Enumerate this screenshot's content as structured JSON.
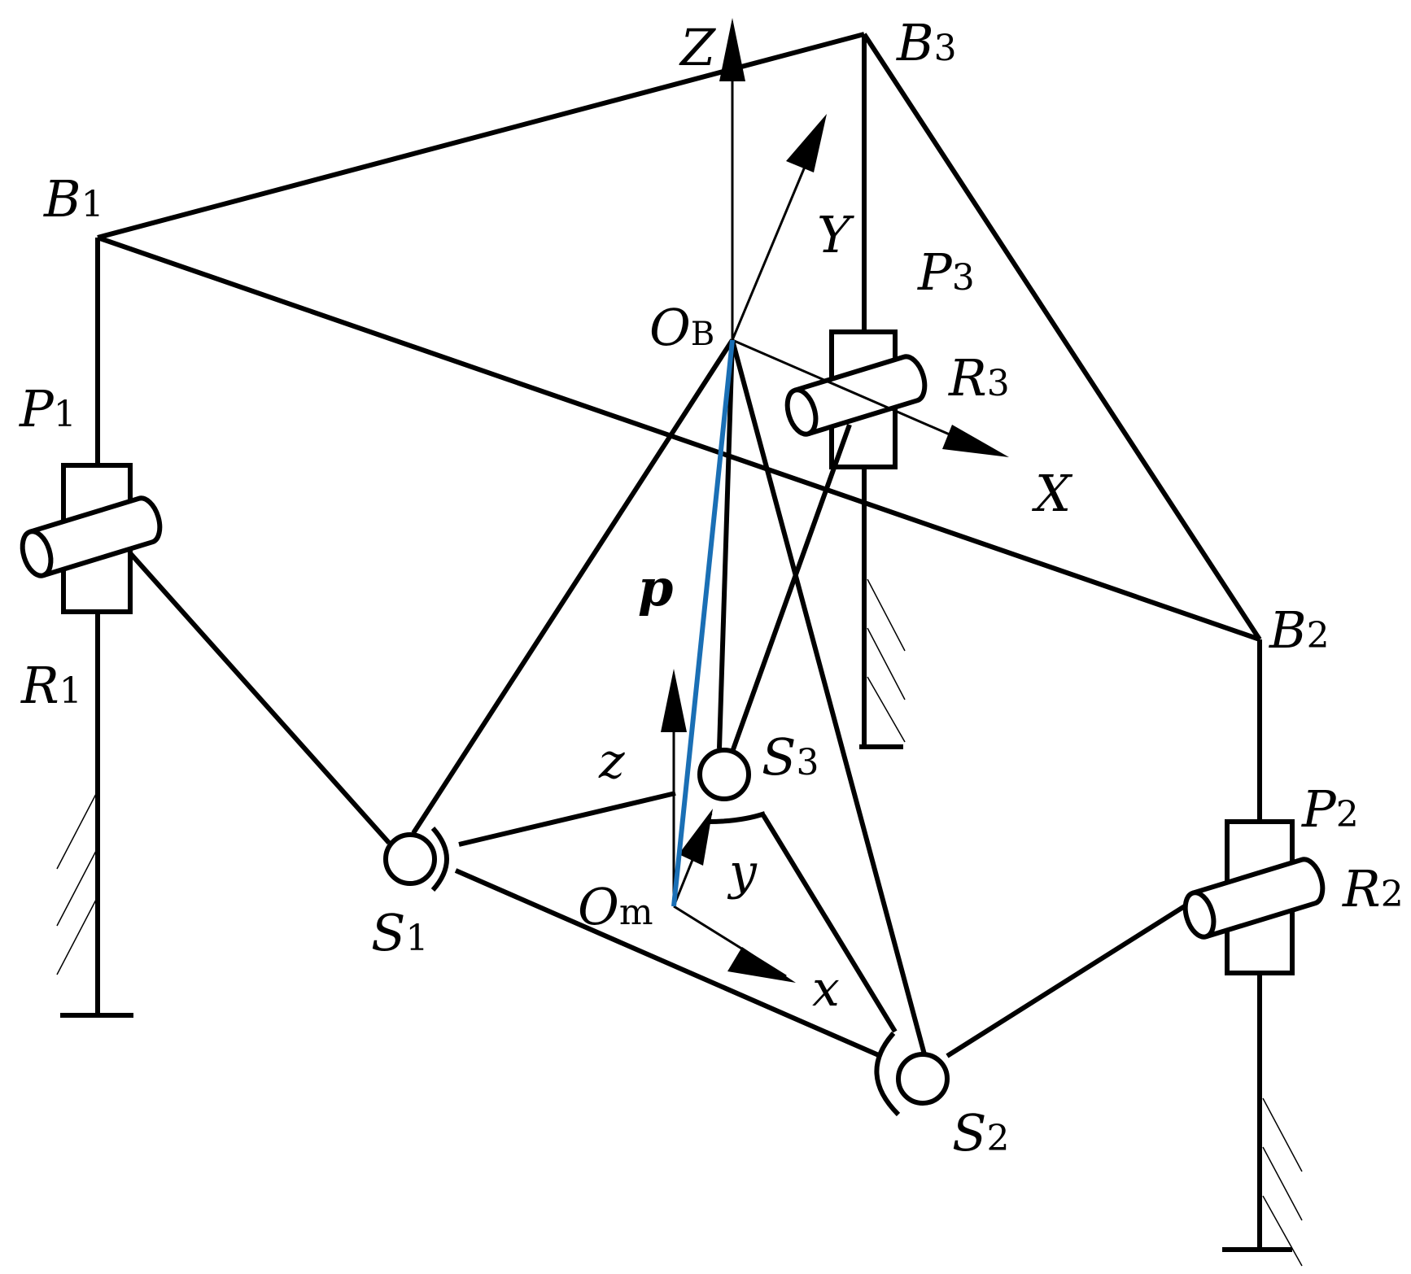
{
  "diagram": {
    "line_color": "#000000",
    "vector_p_color": "#1a6fb5",
    "base_vertices": [
      {
        "id": "B1",
        "main": "B",
        "sub": "1"
      },
      {
        "id": "B2",
        "main": "B",
        "sub": "2"
      },
      {
        "id": "B3",
        "main": "B",
        "sub": "3"
      }
    ],
    "prismatic_joints": [
      {
        "id": "P1",
        "main": "P",
        "sub": "1"
      },
      {
        "id": "P2",
        "main": "P",
        "sub": "2"
      },
      {
        "id": "P3",
        "main": "P",
        "sub": "3"
      }
    ],
    "revolute_joints": [
      {
        "id": "R1",
        "main": "R",
        "sub": "1"
      },
      {
        "id": "R2",
        "main": "R",
        "sub": "2"
      },
      {
        "id": "R3",
        "main": "R",
        "sub": "3"
      }
    ],
    "spherical_joints": [
      {
        "id": "S1",
        "main": "S",
        "sub": "1"
      },
      {
        "id": "S2",
        "main": "S",
        "sub": "2"
      },
      {
        "id": "S3",
        "main": "S",
        "sub": "3"
      }
    ],
    "base_frame": {
      "origin": {
        "main": "O",
        "sub": "B"
      },
      "axes": [
        "X",
        "Y",
        "Z"
      ]
    },
    "moving_frame": {
      "origin": {
        "main": "O",
        "sub": "m"
      },
      "axes": [
        "x",
        "y",
        "z"
      ]
    },
    "position_vector": "p"
  }
}
